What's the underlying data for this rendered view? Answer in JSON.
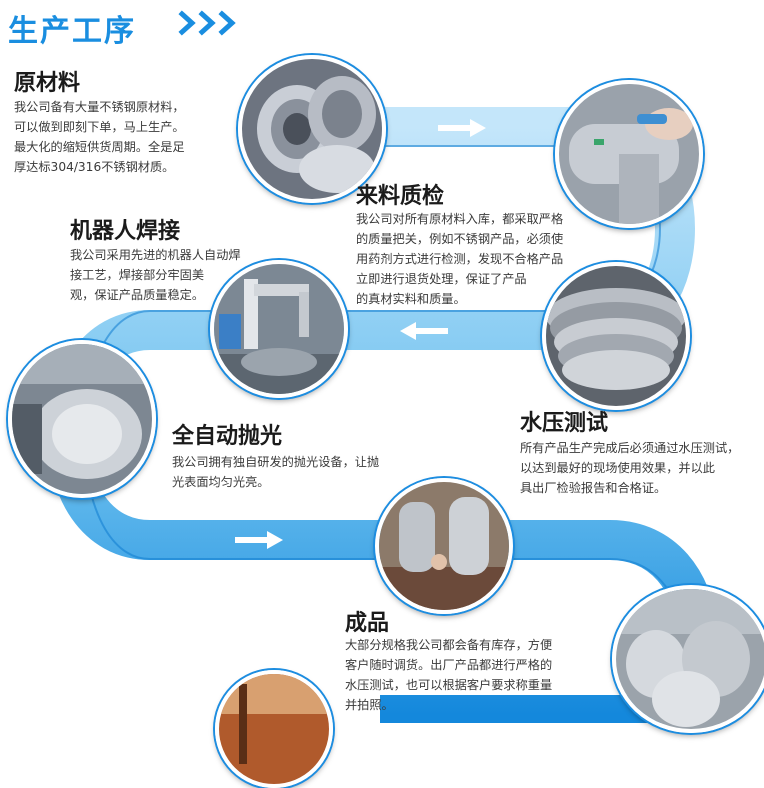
{
  "header": {
    "title": "生产工序",
    "icon": "triple-chevron-right-icon"
  },
  "colors": {
    "accent": "#1a8ee0",
    "path_light": "#9fd6f5",
    "path_dark": "#0f82d6",
    "text_title": "#1b1b1b",
    "text_body": "#3a3a3a"
  },
  "steps": [
    {
      "title": "原材料",
      "desc": "我公司备有大量不锈钢原材料，\n可以做到即刻下单，马上生产。\n最大化的缩短供货周期。全是足\n厚达标304/316不锈钢材质。",
      "photo": "stainless-steel-coils"
    },
    {
      "title": "来料质检",
      "desc": "我公司对所有原材料入库，都采取严格\n的质量把关，例如不锈钢产品，必须使\n用药剂方式进行检测，发现不合格产品\n立即进行退货处理，保证了产品\n的真材实料和质量。",
      "photo": "chemical-testing"
    },
    {
      "title": "机器人焊接",
      "desc": "我公司采用先进的机器人自动焊\n接工艺，焊接部分牢固美\n观，保证产品质量稳定。",
      "photo": "robot-welding"
    },
    {
      "title": "水压测试",
      "desc": "所有产品生产完成后必须通过水压测试，\n以达到最好的现场使用效果，并以此\n具出厂检验报告和合格证。",
      "photo": "stacked-dish-heads"
    },
    {
      "title": "全自动抛光",
      "desc": "我公司拥有独自研发的抛光设备，让抛\n光表面均匀光亮。",
      "photo": "polishing-machine"
    },
    {
      "title": "成品",
      "desc": "大部分规格我公司都会备有库存，方便\n客户随时调货。出厂产品都进行严格的\n水压测试，也可以根据客户要求称重量\n并拍照。",
      "photo": "finished-tanks"
    }
  ],
  "direction_arrows": [
    "arrow-right",
    "arrow-left",
    "arrow-right"
  ]
}
